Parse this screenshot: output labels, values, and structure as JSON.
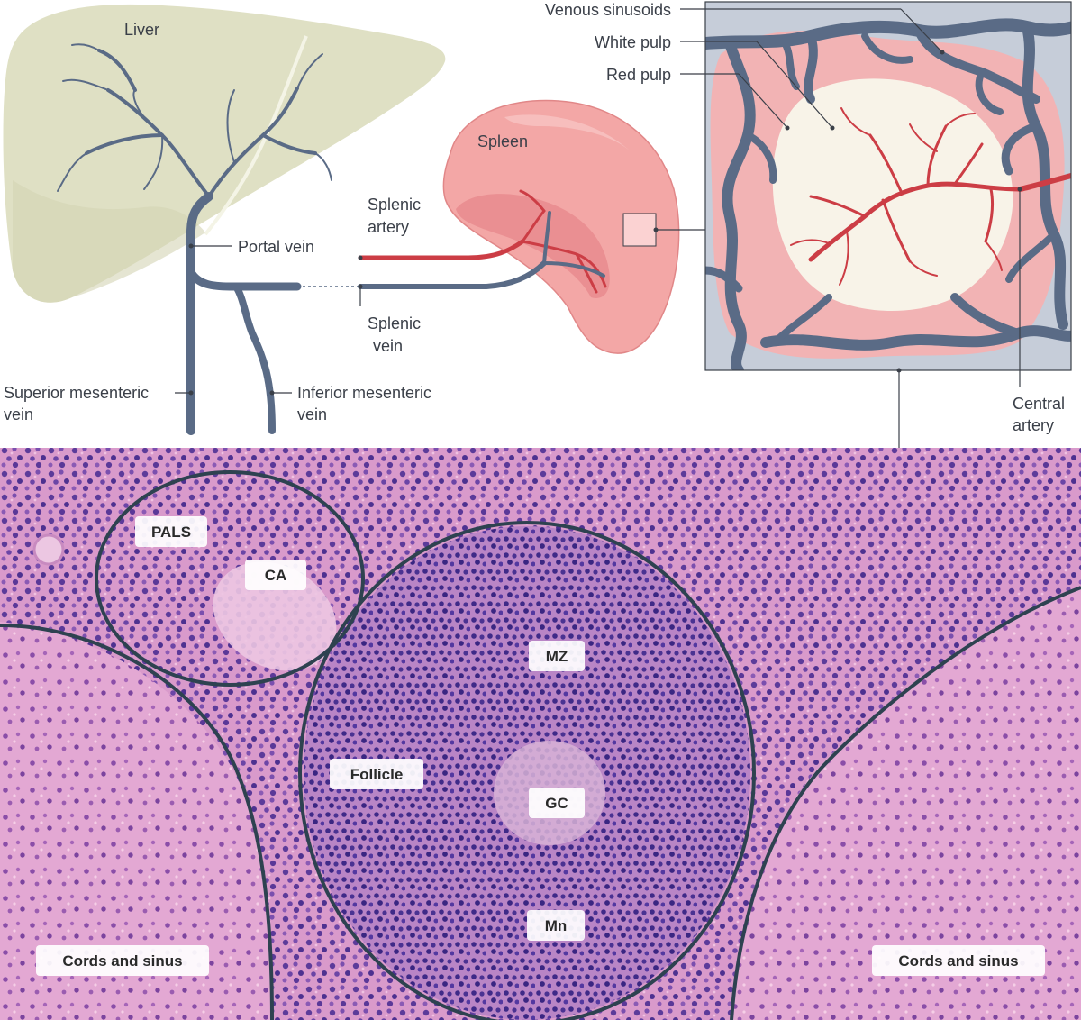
{
  "anatomy": {
    "liver": "Liver",
    "portal_vein": "Portal vein",
    "superior_mesenteric_vein": [
      "Superior mesenteric",
      "vein"
    ],
    "inferior_mesenteric_vein": [
      "Inferior mesenteric",
      "vein"
    ],
    "spleen": "Spleen",
    "splenic_artery": [
      "Splenic",
      "artery"
    ],
    "splenic_vein": [
      "Splenic",
      "vein"
    ]
  },
  "inset": {
    "venous_sinusoids": "Venous sinusoids",
    "white_pulp": "White pulp",
    "red_pulp": "Red pulp",
    "central_artery": [
      "Central",
      "artery"
    ]
  },
  "histology": {
    "pals": "PALS",
    "ca": "CA",
    "mz": "MZ",
    "follicle": "Follicle",
    "gc": "GC",
    "mn": "Mn",
    "cords_left": "Cords and sinus",
    "cords_right": "Cords and sinus"
  },
  "colors": {
    "vein": "#5a6b86",
    "artery": "#cc3d45",
    "liver": "#dfe0c4",
    "spleen": "#f3a7a6",
    "red_pulp": "#f2b3b4",
    "white_pulp": "#f8f3e8",
    "tissue": "#d98fc8",
    "outline": "#2e4250"
  }
}
